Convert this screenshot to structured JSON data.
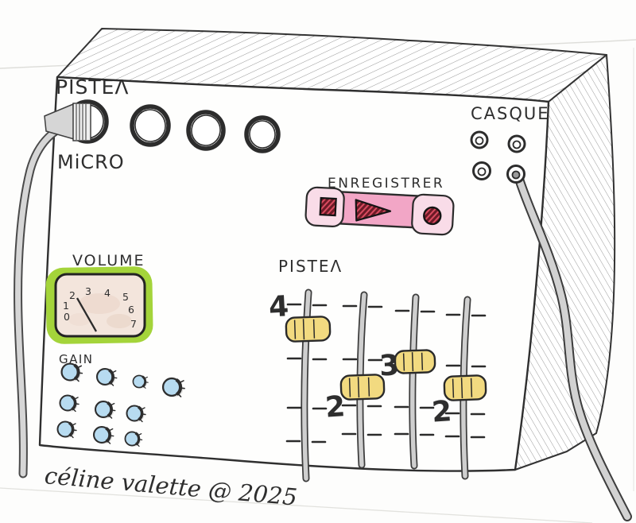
{
  "device": {
    "pistes_input_label": "PISTEΛ",
    "micro_label": "MiCRO",
    "casque_label": "CASQUE",
    "enregistrer_label": "ENREGISTRER",
    "volume_label": "VOLUME",
    "gain_label": "GAIN",
    "pistes_faders_label": "PISTEΛ"
  },
  "input_jacks": {
    "count": 4,
    "mic_plugged_into": 1
  },
  "headphone_jacks": {
    "count": 4,
    "cable_plugged_into": 4
  },
  "transport": {
    "buttons": [
      {
        "name": "stop-button",
        "icon": "stop-square-icon"
      },
      {
        "name": "play-button",
        "icon": "play-triangle-icon"
      },
      {
        "name": "record-button",
        "icon": "record-circle-icon"
      }
    ]
  },
  "vu_meter": {
    "scale": [
      "0",
      "1",
      "2",
      "3",
      "4",
      "5",
      "6",
      "7"
    ],
    "needle_at": "2"
  },
  "gain_knobs": {
    "count": 10
  },
  "faders": [
    {
      "track": 1,
      "value_label": "4",
      "cap_position": "high"
    },
    {
      "track": 2,
      "value_label": "2",
      "cap_position": "middle"
    },
    {
      "track": 3,
      "value_label": "3",
      "cap_position": "upper-middle"
    },
    {
      "track": 4,
      "value_label": "2",
      "cap_position": "middle"
    }
  ],
  "signature": "céline valette @ 2025",
  "colors": {
    "ink": "#2e2e2e",
    "paper": "#fdfdfc",
    "cable_gray": "#d2d2d2",
    "transport_bar_pink": "#f2a6c6",
    "transport_end_pink": "#f9dce8",
    "button_red": "#c23248",
    "fader_cap_yellow": "#f2da80",
    "vu_frame_green": "#a4d43a",
    "vu_face_beige": "#f3e5dc",
    "gain_knob_blue": "#b7dbf0",
    "red_numeral": "#d6405c"
  }
}
